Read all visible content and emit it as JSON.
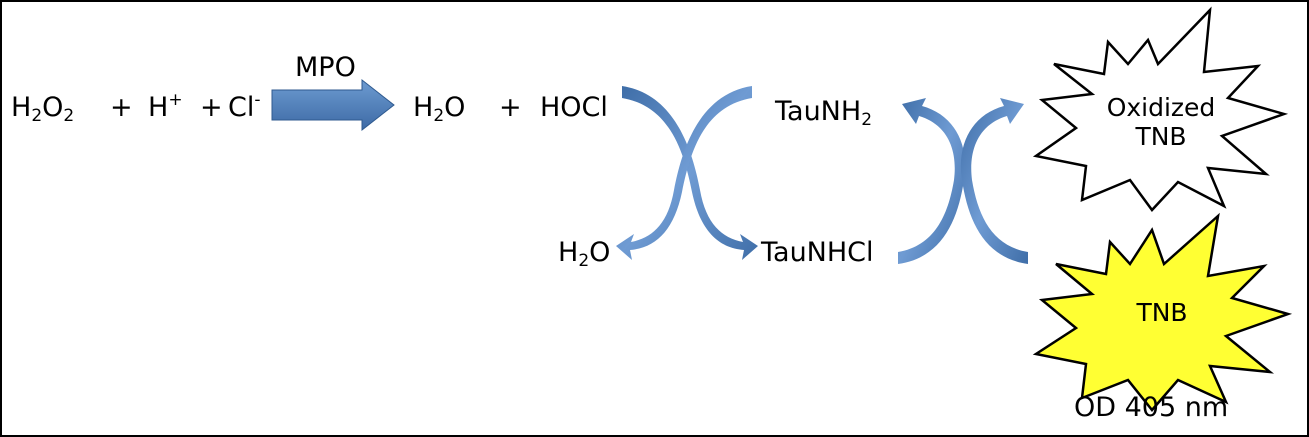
{
  "reaction": {
    "h2o2_main": "H",
    "h2o2_sub1": "2",
    "h2o2_o": "O",
    "h2o2_sub2": "2",
    "plus1": "+",
    "hplus_main": "H",
    "hplus_sup": "+",
    "plus2": "+",
    "cl_main": "Cl",
    "cl_sup": "-",
    "enzyme": "MPO",
    "h2o_main": "H",
    "h2o_sub": "2",
    "h2o_o": "O",
    "plus3": "+",
    "hocl": "HOCl"
  },
  "taurine": {
    "taunh2_main": "TauNH",
    "taunh2_sub": "2",
    "taunhcl": "TauNHCl",
    "h2o_main": "H",
    "h2o_sub": "2",
    "h2o_o": "O"
  },
  "tnb": {
    "oxidized_line1": "Oxidized",
    "oxidized_line2": "TNB",
    "tnb_label": "TNB",
    "readout": "OD 405 nm"
  },
  "colors": {
    "arrow_fill": "#4f81bd",
    "arrow_dark": "#3f6ea8",
    "tnb_fill": "#ffff33",
    "oxidized_fill": "#ffffff",
    "stroke": "#000000"
  }
}
